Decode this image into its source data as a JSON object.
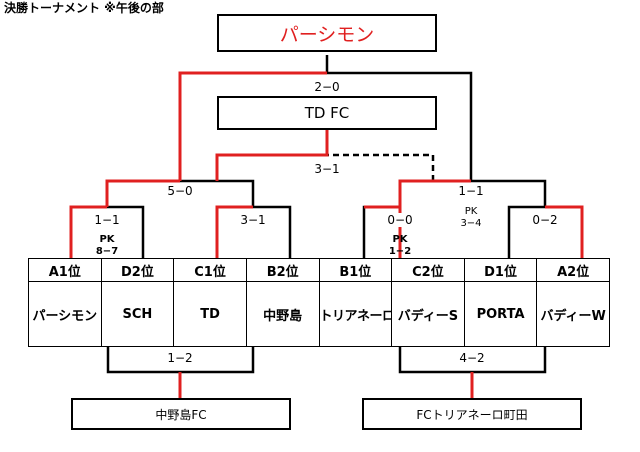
{
  "page": {
    "title": "決勝トーナメント ※午後の部"
  },
  "champion": {
    "name": "パーシモン"
  },
  "final": {
    "score": "2−0",
    "runner_up": "TD FC"
  },
  "semifinals": {
    "left": {
      "score": "5−0"
    },
    "right": {
      "score": "1−1",
      "pk_label": "PK",
      "pk_score": "3−4"
    },
    "top": {
      "score": "3−1"
    }
  },
  "quarterfinals": [
    {
      "score": "1−1",
      "pk_label": "PK",
      "pk_score": "8−7"
    },
    {
      "score": "3−1"
    },
    {
      "score": "0−0",
      "pk_label": "PK",
      "pk_score": "1−2"
    },
    {
      "score": "0−2"
    }
  ],
  "teams": [
    {
      "seed": "A1位",
      "name": "パーシモン"
    },
    {
      "seed": "D2位",
      "name": "SCH"
    },
    {
      "seed": "C1位",
      "name": "TD"
    },
    {
      "seed": "B2位",
      "name": "中野島"
    },
    {
      "seed": "B1位",
      "name": "トリアネーロ町田"
    },
    {
      "seed": "C2位",
      "name": "バディーS"
    },
    {
      "seed": "D1位",
      "name": "PORTA"
    },
    {
      "seed": "A2位",
      "name": "バディーW"
    }
  ],
  "placement": {
    "left": {
      "score": "1−2",
      "winner": "中野島FC"
    },
    "right": {
      "score": "4−2",
      "winner": "FCトリアネーロ町田"
    }
  },
  "colors": {
    "winner_line": "#e02020",
    "line": "#000000",
    "winner_text": "#e02020"
  }
}
